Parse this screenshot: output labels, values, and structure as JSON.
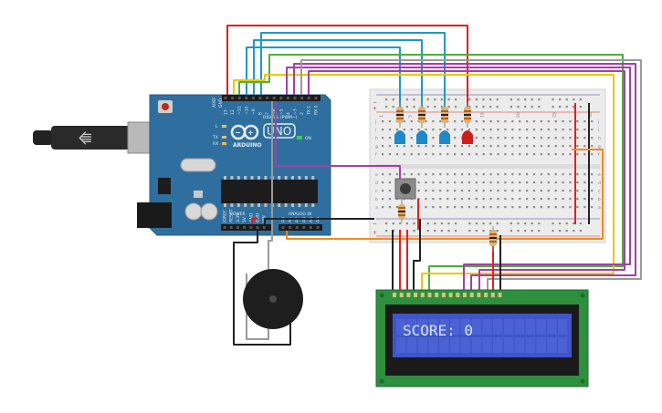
{
  "arduino": {
    "brand": "ARDUINO",
    "model": "UNO",
    "digital_label": "DIGITAL (PWM~)",
    "analog_label": "ANALOG IN",
    "power_label": "POWER",
    "on_label": "ON",
    "tx_label": "TX",
    "rx_label": "RX",
    "l_label": "L",
    "aref_label": "AREF",
    "gnd_label": "GND",
    "digital_pins": [
      "13",
      "12",
      "~11",
      "~10",
      "~9",
      "8",
      "7",
      "~6",
      "~5",
      "4",
      "~3",
      "2",
      "TX 1",
      "RX 0"
    ],
    "power_pins": [
      "IOREF",
      "RESET",
      "3.3V",
      "5V",
      "GND",
      "GND",
      "VIN"
    ],
    "analog_pins": [
      "A0",
      "A1",
      "A2",
      "A3",
      "A4",
      "A5"
    ]
  },
  "breadboard": {
    "column_numbers": [
      "1",
      "5",
      "10",
      "15",
      "20",
      "25",
      "30"
    ],
    "rows_top": [
      "j",
      "i",
      "h",
      "g",
      "f"
    ],
    "rows_bottom": [
      "e",
      "d",
      "c",
      "b",
      "a"
    ]
  },
  "lcd": {
    "text": "SCORE: 0"
  },
  "colors": {
    "board": "#2f6f9f",
    "breadboard": "#ececec",
    "lcd_pcb": "#2e8f3f",
    "lcd_screen": "#3f55c9",
    "wire_red": "#e02020",
    "wire_blue": "#1f98c8",
    "wire_yellow": "#e8c800",
    "wire_green": "#4caf38",
    "wire_purple": "#a43fa8",
    "wire_orange": "#f08a1e",
    "wire_gray": "#9a9a9a",
    "wire_black": "#222222",
    "led_blue": "#1e88c8",
    "led_red": "#cc1e1e"
  }
}
